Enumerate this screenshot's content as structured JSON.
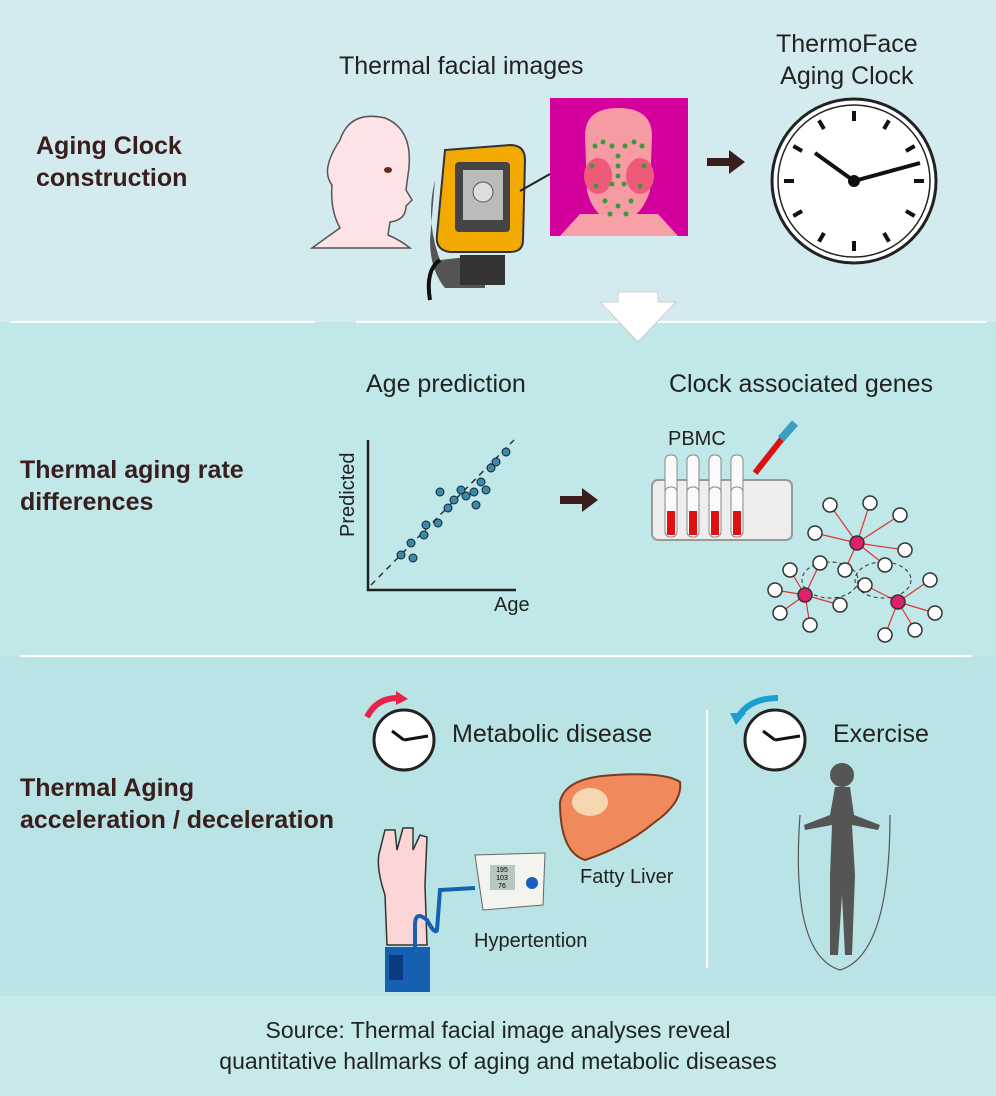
{
  "sections": {
    "construction": {
      "title_line1": "Aging Clock",
      "title_line2": "construction",
      "images_label": "Thermal facial images",
      "clock_label_line1": "ThermoFace",
      "clock_label_line2": "Aging Clock"
    },
    "rate": {
      "title_line1": "Thermal aging rate",
      "title_line2": "differences",
      "prediction_label": "Age prediction",
      "genes_label": "Clock associated genes",
      "y_axis": "Predicted",
      "x_axis": "Age",
      "pbmc_label": "PBMC"
    },
    "accel": {
      "title_line1": "Thermal Aging",
      "title_line2": "acceleration / deceleration",
      "metabolic_label": "Metabolic disease",
      "exercise_label": "Exercise",
      "liver_label": "Fatty Liver",
      "hypertension_label": "Hypertention",
      "monitor_readings": [
        "195",
        "103",
        "76"
      ]
    }
  },
  "source": {
    "line1": "Source: Thermal facial image analyses reveal",
    "line2": "quantitative hallmarks of aging and metabolic diseases"
  },
  "colors": {
    "top_band": "#d3ebef",
    "middle_band": "#c0e8e8",
    "bottom_band": "#b9e3e5",
    "heading": "#3a1d1d",
    "accent_red": "#e8204a",
    "accent_blue": "#1aa0d0",
    "thermal_bg": "#d4009e"
  }
}
